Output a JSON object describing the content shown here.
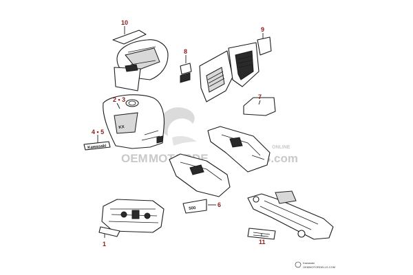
{
  "callouts": {
    "c1": "1",
    "c2_3": "2 • 3",
    "c4_5": "4 • 5",
    "c6": "6",
    "c7": "7",
    "c8": "8",
    "c9": "9",
    "c10": "10",
    "c11": "11"
  },
  "watermark": {
    "text_left": "OEM",
    "text_mid": "MOTORDE",
    "text_end": "S.com",
    "tag": "ONLINE"
  },
  "decals": {
    "emblem_text": "Kawasaki",
    "tank_text": "KX",
    "side_text": "500"
  },
  "credit": {
    "line1": "Kawasaki",
    "line2": "OEMMOTORDELLS.COM"
  },
  "colors": {
    "callout": "#8b1a1a",
    "watermark": "#c9c9c9"
  }
}
